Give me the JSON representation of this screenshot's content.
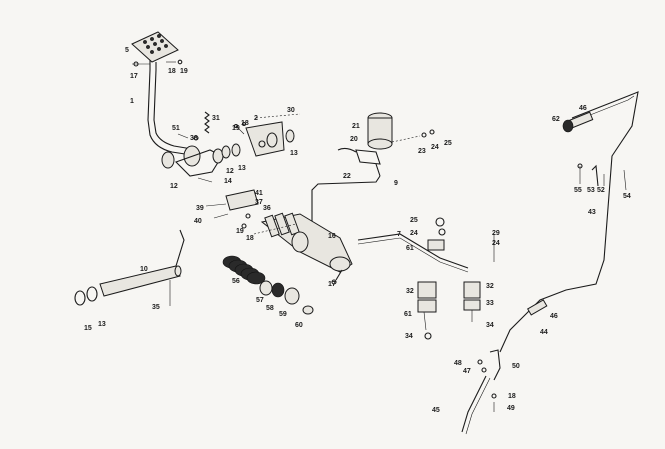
{
  "labels": [
    "5",
    "17",
    "18",
    "19",
    "1",
    "51",
    "38",
    "31",
    "19",
    "18",
    "2",
    "30",
    "13",
    "12",
    "12",
    "13",
    "14",
    "21",
    "20",
    "22",
    "23",
    "24",
    "25",
    "9",
    "41",
    "39",
    "37",
    "40",
    "19",
    "36",
    "18",
    "16",
    "7",
    "25",
    "24",
    "61",
    "29",
    "24",
    "10",
    "56",
    "17",
    "35",
    "15",
    "13",
    "57",
    "58",
    "59",
    "60",
    "32",
    "32",
    "33",
    "61",
    "34",
    "34",
    "62",
    "46",
    "55",
    "53",
    "52",
    "54",
    "43",
    "46",
    "44",
    "48",
    "47",
    "50",
    "18",
    "49",
    "45"
  ],
  "colors": {
    "ink": "#1c1c1c",
    "paper": "#f7f6f3"
  }
}
